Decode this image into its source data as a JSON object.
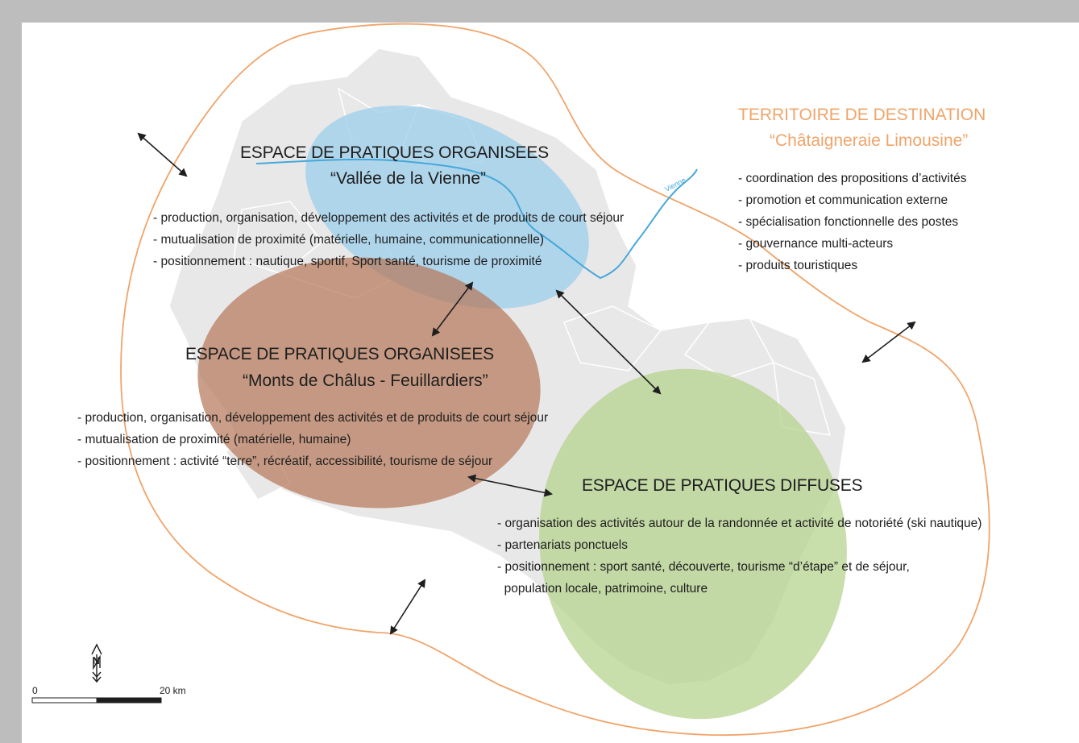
{
  "map": {
    "destination": {
      "title": "TERRITOIRE DE DESTINATION",
      "subtitle": "“Châtaigneraie Limousine”",
      "items": [
        "- coordination des propositions d’activités",
        "- promotion et communication externe",
        "- spécialisation fonctionnelle des postes",
        "- gouvernance multi-acteurs",
        "- produits touristiques"
      ]
    },
    "vienne_zone": {
      "title": "ESPACE DE PRATIQUES ORGANISEES",
      "subtitle": "“Vallée de la Vienne”",
      "items": [
        "- production, organisation, développement des activités et de produits de court séjour",
        "- mutualisation de proximité (matérielle, humaine, communicationnelle)",
        "- positionnement : nautique, sportif, Sport santé, tourisme de proximité"
      ],
      "color": "#9fd0ec"
    },
    "chalus_zone": {
      "title": "ESPACE DE PRATIQUES ORGANISEES",
      "subtitle": "“Monts de Châlus - Feuillardiers”",
      "items": [
        "- production, organisation, développement des activités et de produits de court séjour",
        "- mutualisation de proximité (matérielle, humaine)",
        "- positionnement : activité “terre”, récréatif, accessibilité, tourisme de séjour"
      ],
      "color": "#c08a6e"
    },
    "diffuse_zone": {
      "title": "ESPACE DE PRATIQUES DIFFUSES",
      "items": [
        "- organisation des activités autour de la randonnée et activité de notoriété (ski nautique)",
        "- partenariats ponctuels",
        "- positionnement : sport santé, découverte, tourisme “d’étape” et de séjour,",
        "  population locale, patrimoine, culture"
      ],
      "color": "#b7d48f"
    },
    "river_label": "Vienne",
    "scale": {
      "start": "0",
      "end": "20 km"
    },
    "north_label": "N",
    "colors": {
      "territory_outline": "#f0a46a",
      "river": "#46a8d8",
      "communes": "#e8e8e8"
    }
  }
}
